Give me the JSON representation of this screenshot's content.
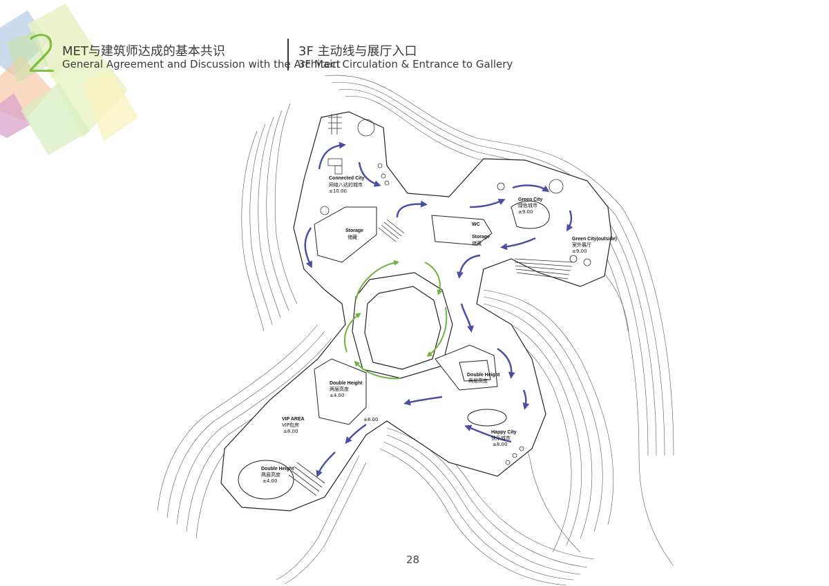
{
  "header": {
    "section_number": "2",
    "section_title_cn": "MET与建筑师达成的基本共识",
    "section_title_en": "General Agreement and Discussion with the Architect",
    "page_title_cn": "3F 主动线与展厅入口",
    "page_title_en": "3F Main Circulation & Entrance to Gallery"
  },
  "colors": {
    "accent_green": "#7cbf3c",
    "circulation_arrow": "#4a4fa3",
    "loop_arrow": "#6db33f"
  },
  "plan_labels": {
    "connected_city": {
      "en": "Connected City",
      "cn": "网络八达的城市",
      "level": "±10.00"
    },
    "storage_left": {
      "en": "Storage",
      "cn": "储藏"
    },
    "wc": {
      "en": "WC"
    },
    "storage_right": {
      "en": "Storage",
      "cn": "储藏"
    },
    "green_city": {
      "en": "Green City",
      "cn": "绿色城市",
      "level": "±9.00"
    },
    "green_city_outside": {
      "en": "Green City(outside)",
      "cn": "室外展厅",
      "level": "±9.00"
    },
    "double_height_right": {
      "en": "Double Height",
      "cn": "两层高度"
    },
    "double_height_center": {
      "en": "Double Height",
      "cn": "两层高度",
      "level": "±4.00"
    },
    "vip_area": {
      "en": "VIP AREA",
      "cn": "VIP包房",
      "level": "±8.00"
    },
    "level_center": "±8.00",
    "double_height_left": {
      "en": "Double Height",
      "cn": "两层高度",
      "level": "±4.00"
    },
    "happy_city": {
      "en": "Happy City",
      "cn": "快乐城市",
      "level": "±8.00"
    }
  },
  "footer": {
    "page_number": "28"
  }
}
